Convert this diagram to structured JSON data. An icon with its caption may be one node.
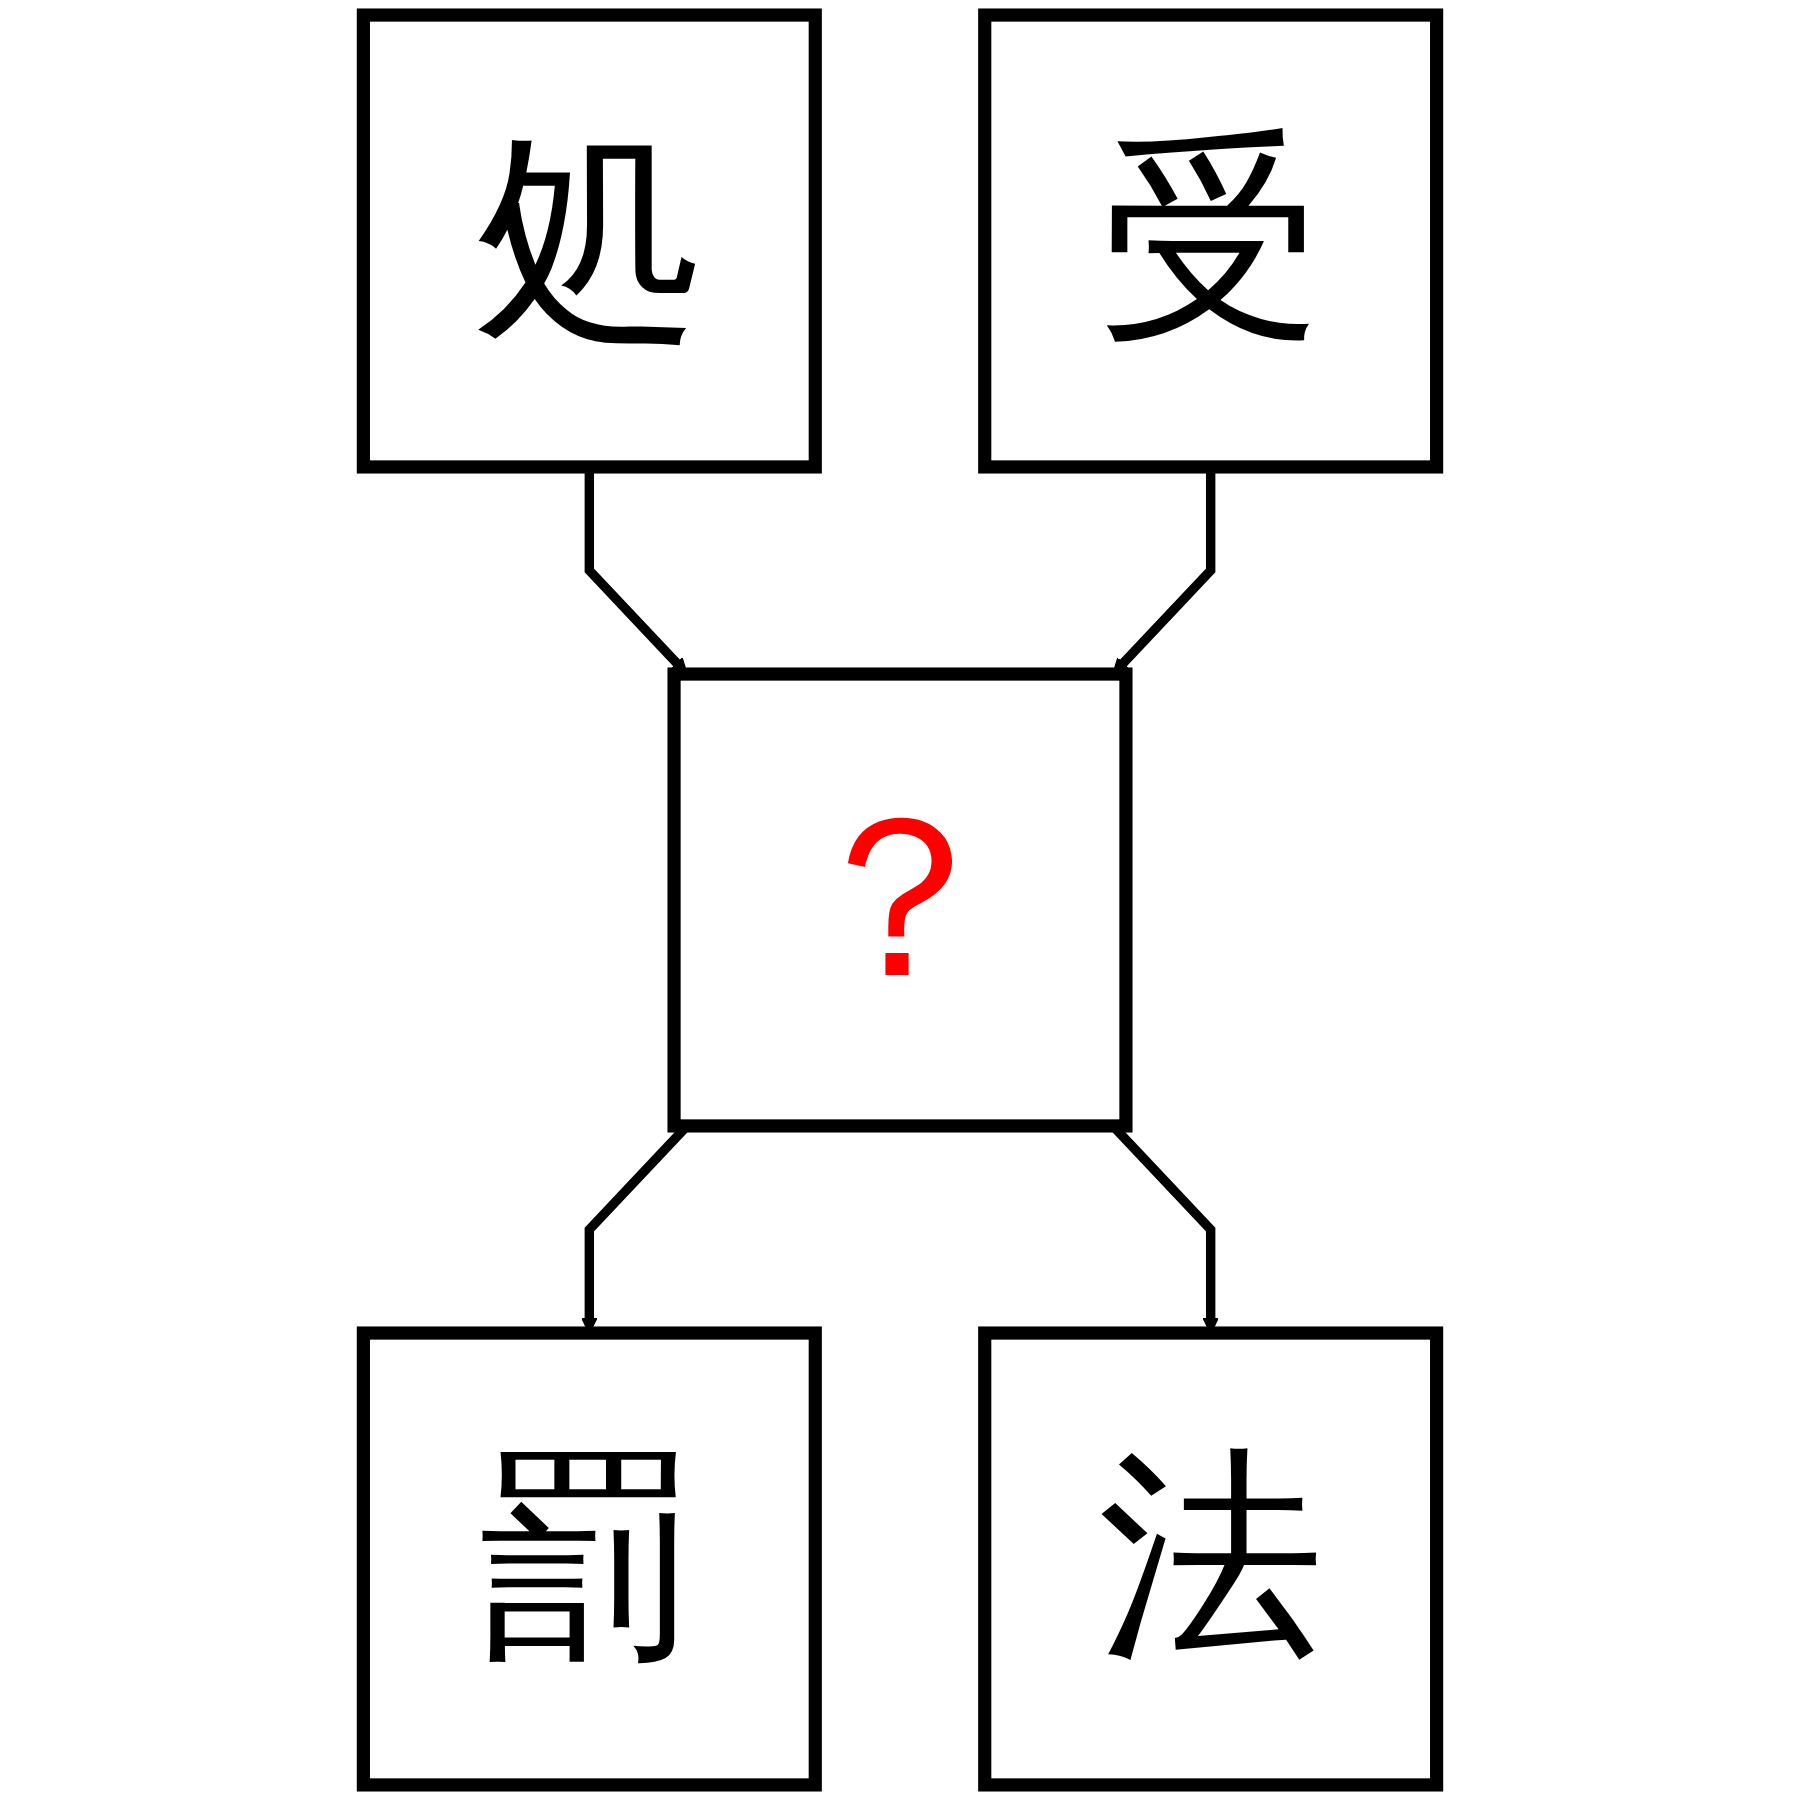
{
  "diagram": {
    "nodes": [
      {
        "text": [
          "処"
        ]
      },
      {
        "text": [
          "受"
        ]
      },
      {
        "text": [
          "？"
        ]
      },
      {
        "text": [
          "罰"
        ]
      },
      {
        "text": [
          "法"
        ]
      }
    ],
    "edges": [
      {
        "from": 0,
        "to": 2,
        "arrow": "to"
      },
      {
        "from": 1,
        "to": 2,
        "arrow": "to"
      },
      {
        "from": 2,
        "to": 3,
        "arrow": "to"
      },
      {
        "from": 2,
        "to": 4,
        "arrow": "to"
      }
    ]
  }
}
